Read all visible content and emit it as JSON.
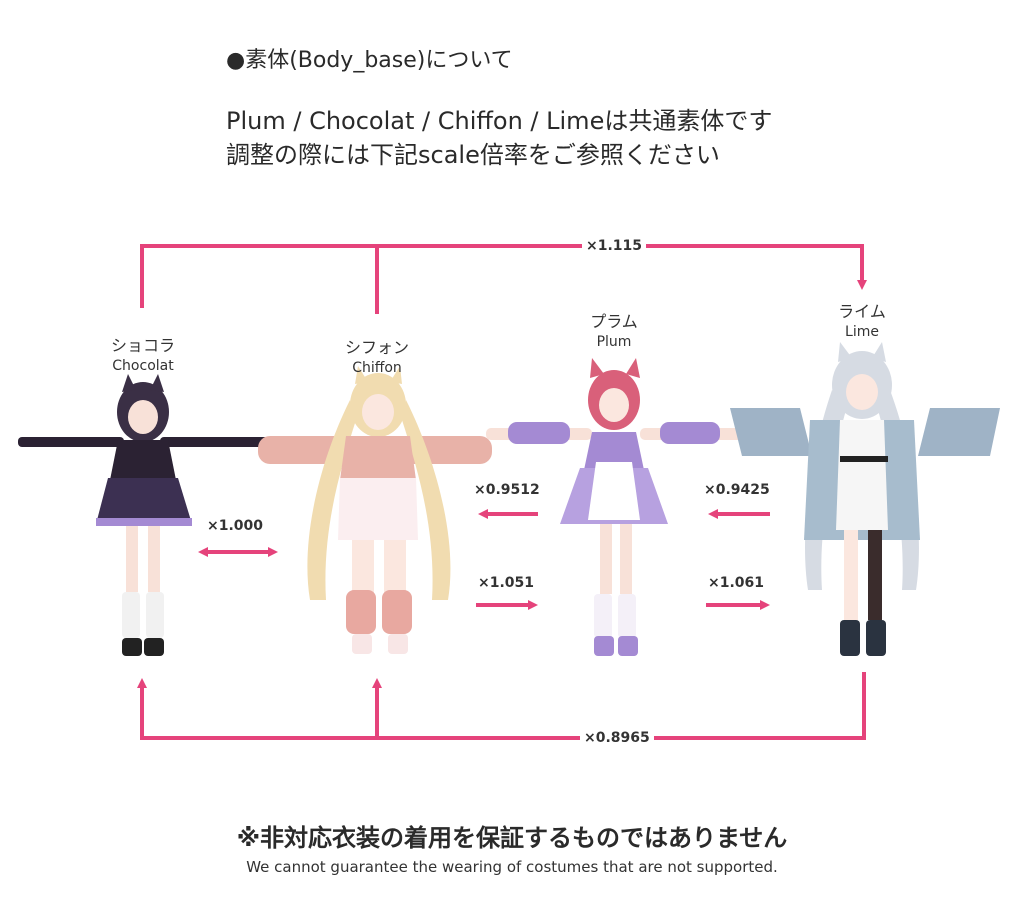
{
  "heading": "●素体(Body_base)について",
  "intro": {
    "line1": "Plum / Chocolat / Chiffon / Limeは共通素体です",
    "line2": "調整の際には下記scale倍率をご参照ください"
  },
  "characters": {
    "chocolat": {
      "jp": "ショコラ",
      "en": "Chocolat"
    },
    "chiffon": {
      "jp": "シフォン",
      "en": "Chiffon"
    },
    "plum": {
      "jp": "プラム",
      "en": "Plum"
    },
    "lime": {
      "jp": "ライム",
      "en": "Lime"
    }
  },
  "ratios": {
    "top": "×1.115",
    "bottom": "×0.8965",
    "chocolat_chiffon": "×1.000",
    "plum_to_chiffon": "×0.9512",
    "chiffon_to_plum": "×1.051",
    "lime_to_plum": "×0.9425",
    "plum_to_lime": "×1.061"
  },
  "colors": {
    "arrow": "#e5437b",
    "chocolat_outfit": "#2b2233",
    "chocolat_hair": "#3a2f45",
    "chiffon_outfit": "#e8b2a8",
    "chiffon_hair": "#f1dcb0",
    "plum_outfit": "#a48ad3",
    "plum_hair": "#d9607a",
    "lime_outfit": "#9fb3c6",
    "lime_hair": "#d6dbe3"
  },
  "warning": {
    "jp": "※非対応衣装の着用を保証するものではありません",
    "en": "We cannot guarantee the wearing of costumes that are not supported."
  }
}
